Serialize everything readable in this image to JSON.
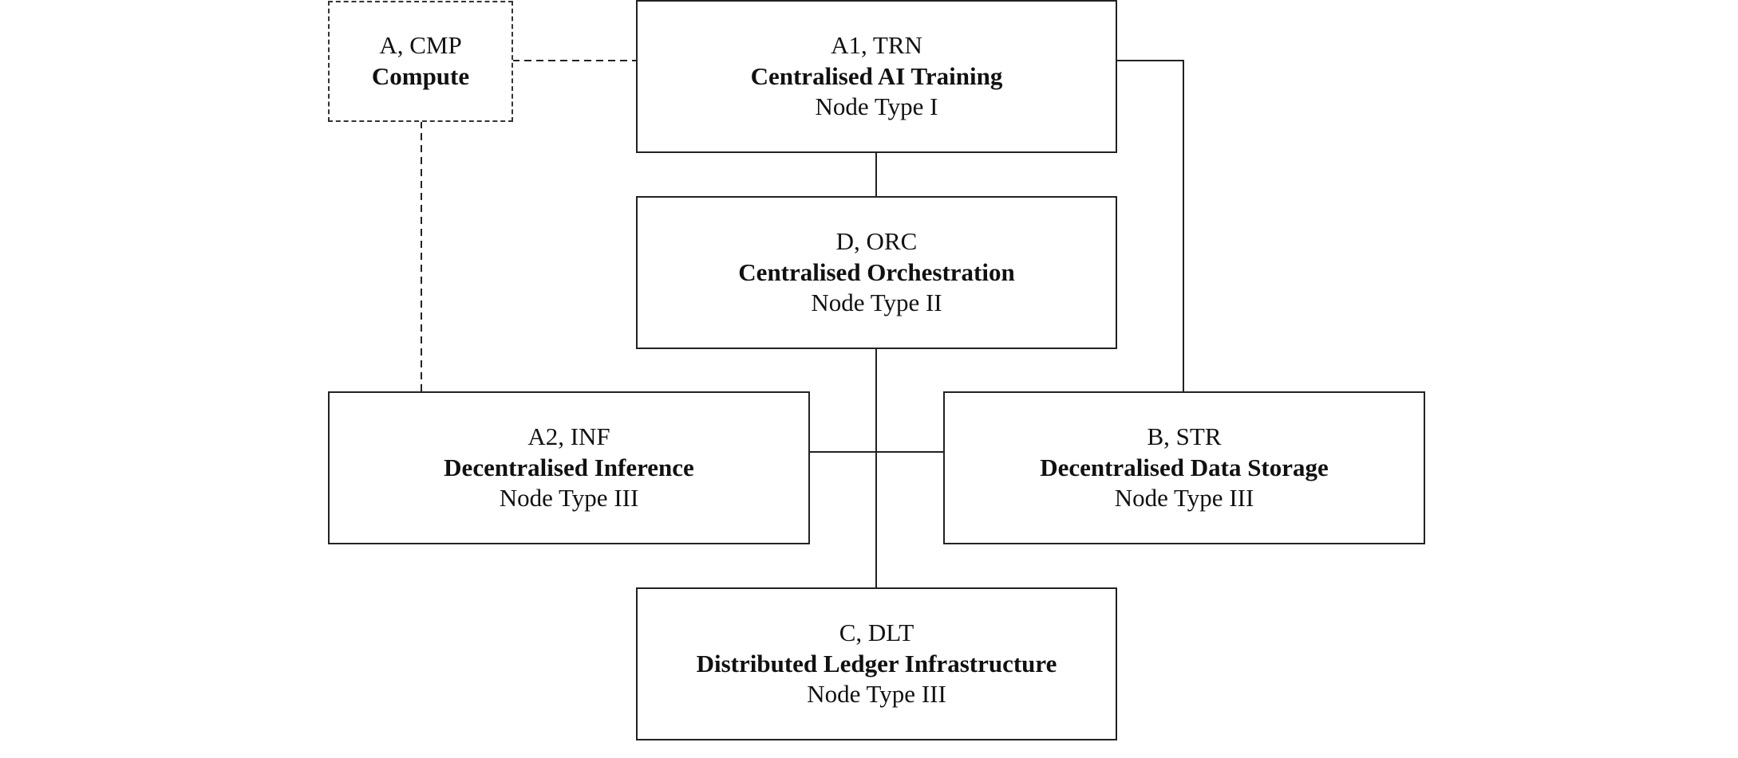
{
  "diagram": {
    "nodes": [
      {
        "id": "cmp",
        "code": "A, CMP",
        "name": "Compute",
        "type": ""
      },
      {
        "id": "trn",
        "code": "A1, TRN",
        "name": "Centralised AI Training",
        "type": "Node Type I"
      },
      {
        "id": "orc",
        "code": "D, ORC",
        "name": "Centralised Orchestration",
        "type": "Node Type II"
      },
      {
        "id": "inf",
        "code": "A2, INF",
        "name": "Decentralised Inference",
        "type": "Node Type III"
      },
      {
        "id": "str",
        "code": "B, STR",
        "name": "Decentralised Data Storage",
        "type": "Node Type III"
      },
      {
        "id": "dlt",
        "code": "C, DLT",
        "name": "Distributed Ledger Infrastructure",
        "type": "Node Type III"
      }
    ],
    "connections": [
      {
        "from": "cmp",
        "to": "trn",
        "style": "dashed"
      },
      {
        "from": "cmp",
        "to": "inf",
        "style": "dashed"
      },
      {
        "from": "trn",
        "to": "orc",
        "style": "solid"
      },
      {
        "from": "trn",
        "to": "str",
        "style": "solid"
      },
      {
        "from": "orc",
        "to": "dlt",
        "style": "solid"
      },
      {
        "from": "inf",
        "to": "str",
        "style": "solid"
      }
    ]
  }
}
